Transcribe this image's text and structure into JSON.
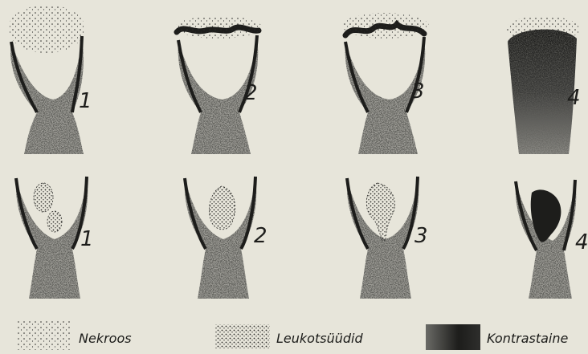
{
  "figure": {
    "top_row_numbers": [
      "1",
      "2",
      "3",
      "4"
    ],
    "bottom_row_numbers": [
      "1",
      "2",
      "3",
      "4"
    ]
  },
  "legend": {
    "necrosis": "Nekroos",
    "leukocytes": "Leukotsüüdid",
    "contrast": "Kontrastaine"
  },
  "colors": {
    "paper": "#e7e5da",
    "ink": "#1d1d1b",
    "tissue": "#4a4a48"
  }
}
